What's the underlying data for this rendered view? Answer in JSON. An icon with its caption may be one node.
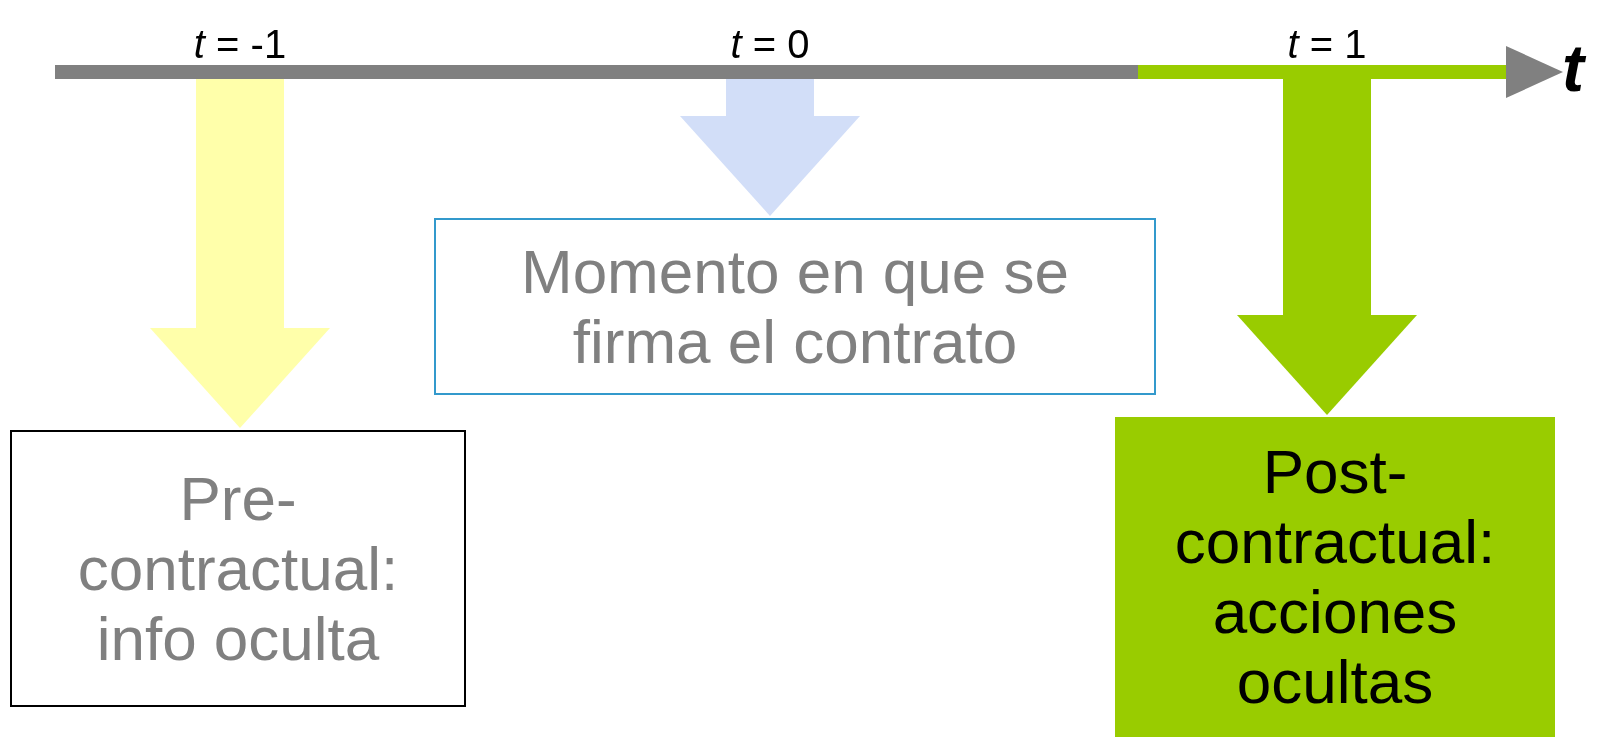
{
  "diagram": {
    "nodes": [
      {
        "text": [
          "*t* = -1"
        ]
      },
      {
        "text": [
          "*t* = 0"
        ]
      },
      {
        "text": [
          "*t* = 1"
        ]
      },
      {
        "text": [
          "Pre-contractual: info oculta"
        ]
      },
      {
        "text": [
          "Momento en que se firma el contrato"
        ]
      },
      {
        "text": [
          "Post-contractual: acciones ocultas"
        ]
      }
    ],
    "edges": [
      {
        "from": 0,
        "to": 3,
        "arrow": "to",
        "color": "#ffffaa"
      },
      {
        "from": 1,
        "to": 4,
        "arrow": "to",
        "color": "#d2def8"
      },
      {
        "from": 2,
        "to": 5,
        "arrow": "to",
        "color": "#99cc00"
      }
    ],
    "labels": [
      "t"
    ]
  }
}
